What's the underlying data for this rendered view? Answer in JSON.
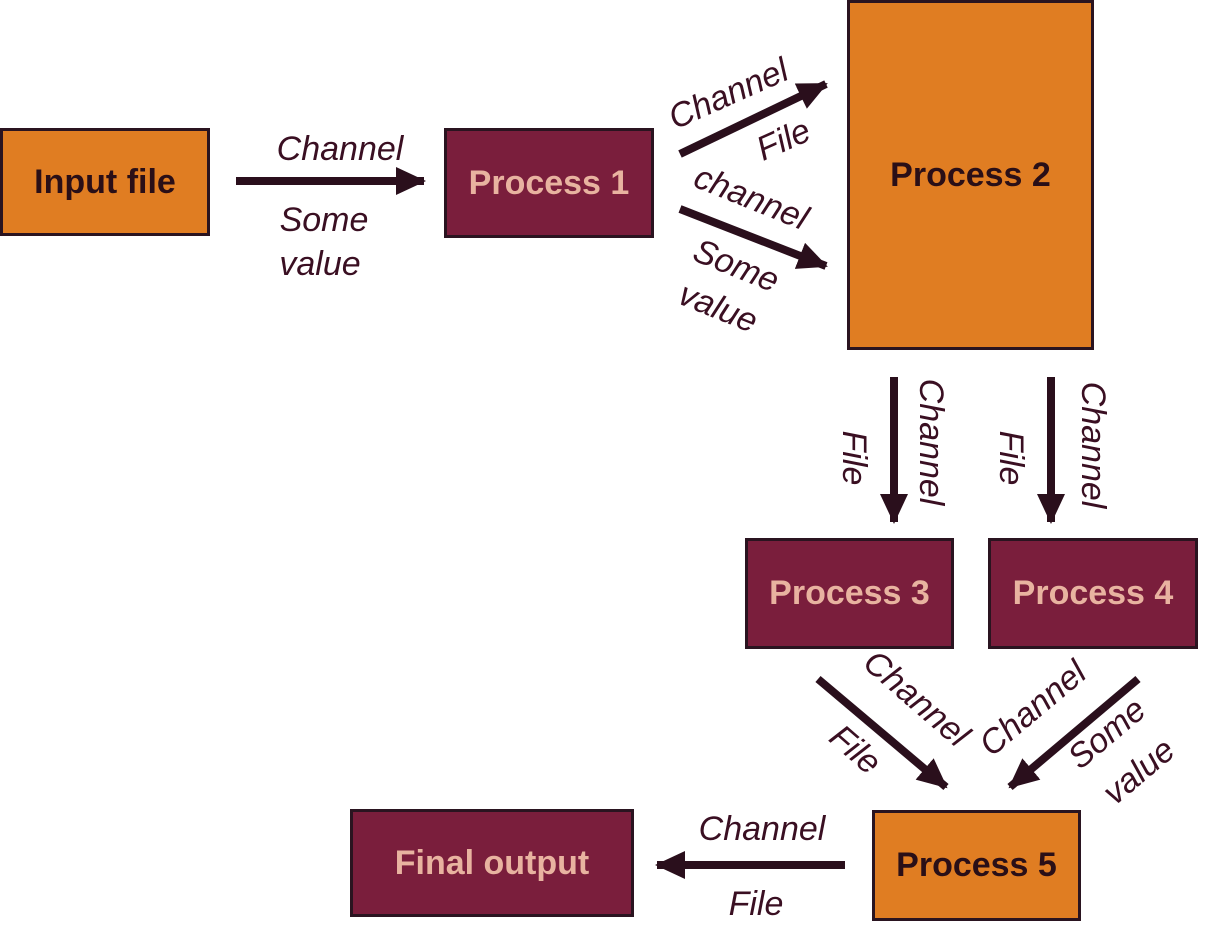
{
  "colors": {
    "orange_fill": "#e07d22",
    "maroon_fill": "#7a1e3c",
    "orange_text": "#2a0f17",
    "maroon_text": "#e8b3a0",
    "arrow": "#2a0f1c",
    "label": "#3a0f22"
  },
  "nodes": {
    "input_file": "Input file",
    "process_1": "Process 1",
    "process_2": "Process 2",
    "process_3": "Process 3",
    "process_4": "Process 4",
    "process_5": "Process 5",
    "final_output": "Final output"
  },
  "edges": {
    "input_to_p1": {
      "top": "Channel",
      "bottom_1": "Some",
      "bottom_2": "value"
    },
    "p1_to_p2_upper": {
      "top": "Channel",
      "bottom": "File"
    },
    "p1_to_p2_lower": {
      "top": "channel",
      "bottom_1": "Some",
      "bottom_2": "value"
    },
    "p2_to_p3": {
      "right": "Channel",
      "left": "File"
    },
    "p2_to_p4": {
      "right": "Channel",
      "left": "File"
    },
    "p3_to_p5": {
      "top": "Channel",
      "bottom": "File"
    },
    "p4_to_p5": {
      "top": "Channel",
      "bottom_1": "Some",
      "bottom_2": "value"
    },
    "p5_to_final": {
      "top": "Channel",
      "bottom": "File"
    }
  }
}
